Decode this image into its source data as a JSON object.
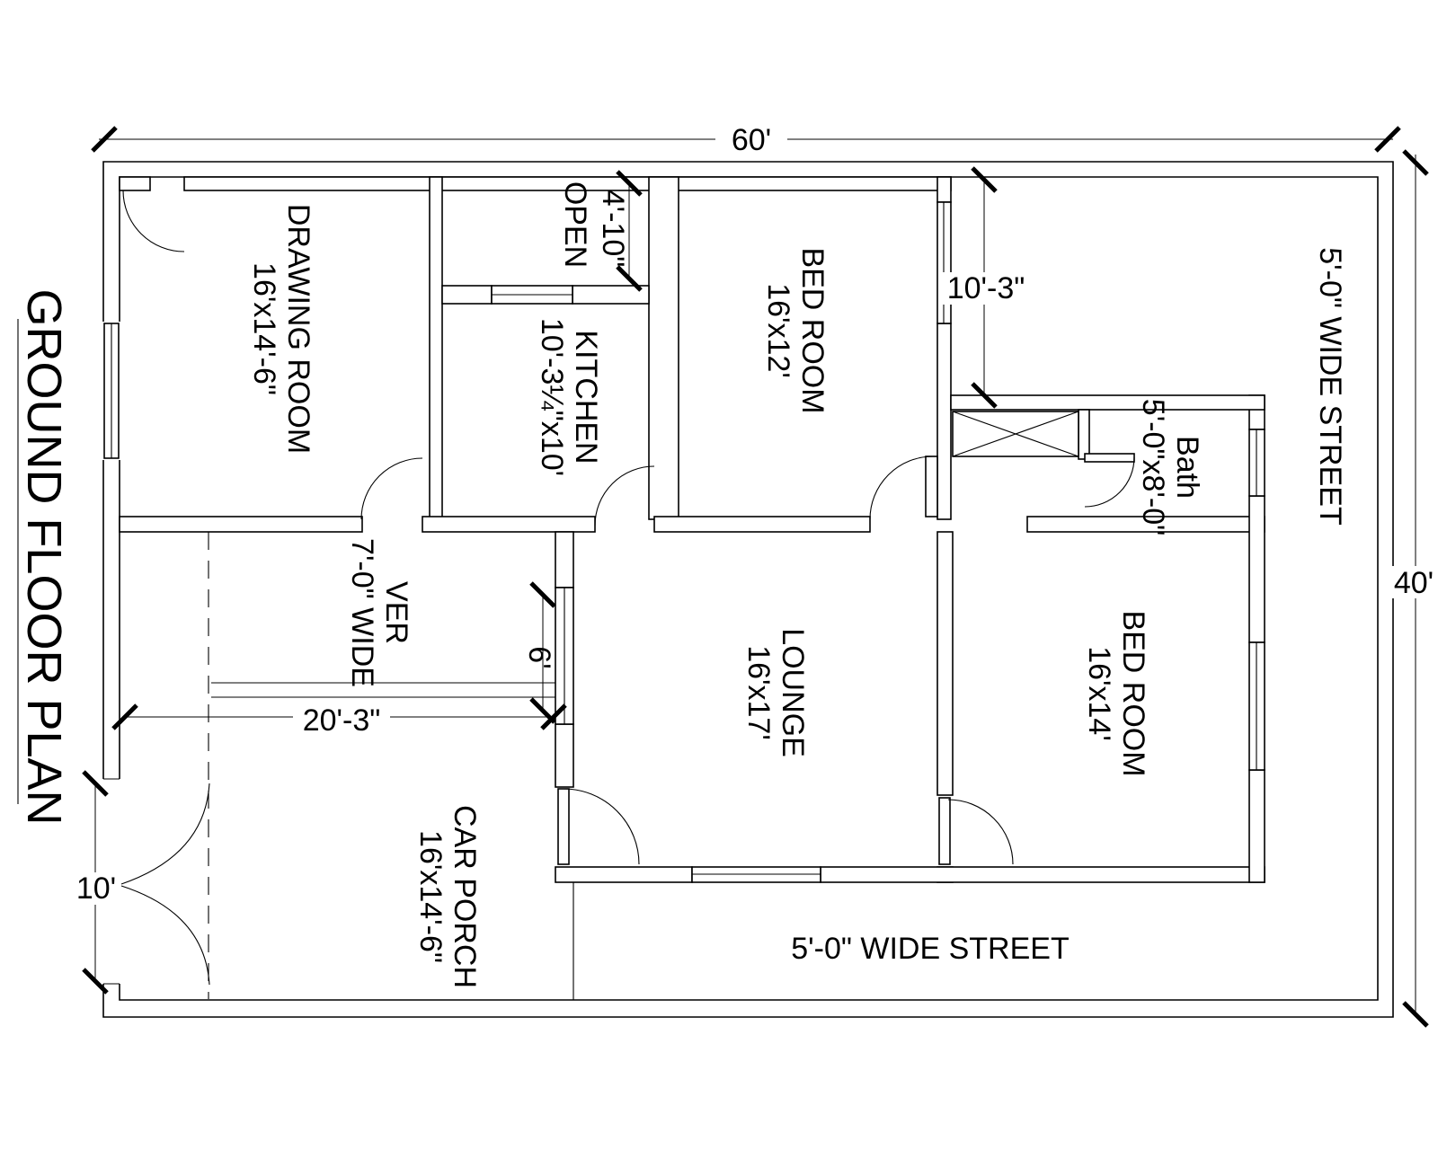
{
  "title": "GROUND FLOOR PLAN",
  "rooms": {
    "drawing_room": {
      "name": "DRAWING ROOM",
      "size": "16'x14'-6\""
    },
    "open": {
      "name": "OPEN"
    },
    "kitchen": {
      "name": "KITCHEN",
      "size": "10'-3¼\"x10'"
    },
    "bed_room_1": {
      "name": "BED ROOM",
      "size": "16'x12'"
    },
    "bath": {
      "name": "Bath",
      "size": "5'-0\"x8'-0\""
    },
    "verandah": {
      "name": "VER",
      "size": "7'-0\" WIDE"
    },
    "lounge": {
      "name": "LOUNGE",
      "size": "16'x17'"
    },
    "bed_room_2": {
      "name": "BED ROOM",
      "size": "16'x14'"
    },
    "car_porch": {
      "name": "CAR PORCH",
      "size": "16'x14'-6\""
    }
  },
  "streets": {
    "right": "5'-0\" WIDE STREET",
    "bottom": "5'-0\" WIDE STREET"
  },
  "dimensions": {
    "plot_width": "60'",
    "plot_depth": "40'",
    "bed_room_1_depth": "10'-3\"",
    "open_depth": "4'-10\"",
    "verandah_length": "20'-3\"",
    "lounge_window": "6'",
    "gate_width": "10'"
  },
  "colors": {
    "ink": "#000000",
    "paper": "#ffffff"
  }
}
